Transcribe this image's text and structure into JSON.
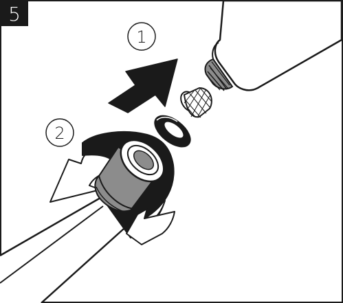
{
  "step_number": "5",
  "callouts": [
    {
      "number": "1"
    },
    {
      "number": "2"
    }
  ],
  "colors": {
    "stroke": "#1a1a1a",
    "fill_dark": "#1a1a1a",
    "fill_grey": "#8c8c8c",
    "fill_white": "#ffffff"
  }
}
